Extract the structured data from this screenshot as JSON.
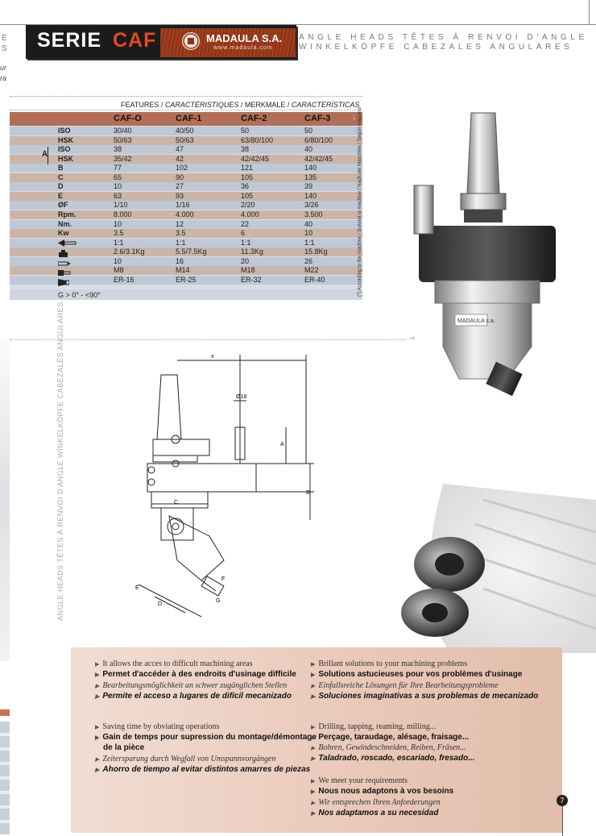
{
  "header": {
    "edge_left_top": "E",
    "edge_left_bottom": "S",
    "edge_left_frag1": "ur",
    "edge_left_frag2": "ra",
    "series_word": "SERIE",
    "series_code": "CAF",
    "brand": "MADAULA S.A.",
    "brand_url": "www.madaula.com",
    "line1": "ANGLE HEADS TÊTES À RENVOI D'ANGLE",
    "line2": "WINKELKÖPFE CABEZALES ANGULARES"
  },
  "features": {
    "title_en": "FEATURES / ",
    "title_fr": "CARACTÉRISTIQUES",
    "title_de": " / MERKMALE / ",
    "title_es": "CARACTERÍSTICAS",
    "columns": [
      "CAF-O",
      "CAF-1",
      "CAF-2",
      "CAF-3"
    ],
    "group_label": "A",
    "rows": [
      {
        "label": "ISO",
        "values": [
          "30/40",
          "40/50",
          "50",
          "50"
        ]
      },
      {
        "label": "HSK",
        "values": [
          "50/63",
          "50/63",
          "63/80/100",
          "6/80/100"
        ]
      },
      {
        "label": "ISO",
        "values": [
          "38",
          "47",
          "38",
          "40"
        ]
      },
      {
        "label": "HSK",
        "values": [
          "35/42",
          "42",
          "42/42/45",
          "42/42/45"
        ]
      },
      {
        "label": "B",
        "values": [
          "77",
          "102",
          "121",
          "140"
        ]
      },
      {
        "label": "C",
        "values": [
          "65",
          "90",
          "105",
          "135"
        ]
      },
      {
        "label": "D",
        "values": [
          "10",
          "27",
          "36",
          "39"
        ]
      },
      {
        "label": "E",
        "values": [
          "63",
          "93",
          "105",
          "140"
        ]
      },
      {
        "label": "ØF",
        "values": [
          "1/10",
          "1/16",
          "2/20",
          "3/26"
        ]
      },
      {
        "label": "Rpm.",
        "values": [
          "8.000",
          "4.000",
          "4.000",
          "3.500"
        ]
      },
      {
        "label": "Nm.",
        "values": [
          "10",
          "12",
          "22",
          "40"
        ]
      },
      {
        "label": "Kw",
        "values": [
          "3.5",
          "3.5",
          "6",
          "10"
        ]
      },
      {
        "label": "",
        "values": [
          "1:1",
          "1:1",
          "1:1",
          "1:1"
        ]
      },
      {
        "label": "",
        "values": [
          "2.6/3.1Kg",
          "5.5/7.5Kg",
          "11.3Kg",
          "15.8Kg"
        ]
      },
      {
        "label": "",
        "values": [
          "10",
          "16",
          "20",
          "26"
        ]
      },
      {
        "label": "",
        "values": [
          "M8",
          "M14",
          "M18",
          "M22"
        ]
      },
      {
        "label": "",
        "values": [
          "ER-16",
          "ER-25",
          "ER-32",
          "ER-40"
        ]
      }
    ],
    "g_note": "G > 0° - <90°",
    "side_note": "(*) According to the machine / Suivant la machine / Nach der Maschine / Según máquina"
  },
  "side_vertical": "ANGLE HEADS TÊTES À RENVOI D'ANGLE WINKELKÖPFE CABEZALES ANGULARES",
  "drawing": {
    "label_x": "x",
    "label_d18": "Ø18",
    "label_a": "A",
    "label_b": "B",
    "label_c": "C",
    "label_e": "E",
    "label_d": "D",
    "label_f": "F",
    "label_g": "G"
  },
  "product_brand": "MADAULA s.a.",
  "benefits": [
    {
      "en": "It allows the acces to difficult machining areas",
      "fr": "Permet d'accéder à des endroits d'usinage difficile",
      "de": "Bearbeitungsmöglichkeit an schwer zugänglichen Stellen",
      "es": "Permite el acceso a lugares de difícil mecanizado"
    },
    {
      "en": "Brillant solutions to your machining problems",
      "fr": "Solutions astucieuses pour vos problèmes d'usinage",
      "de": "Einfallsreiche Lösungen für Ihre Bearbeitungsprobleme",
      "es": "Soluciones imaginativas a sus problemas de mecanizado"
    },
    {
      "en": "Saving time by obviating operations",
      "fr": "Gain de temps pour supression du montage/démontage",
      "fr2": "de la pièce",
      "de": "Zeitersparung durch Wegfall von Umspannvorgängen",
      "es": "Ahorro de tiempo al evitar distintos amarres de piezas"
    },
    {
      "en": "Drilling, tapping, reaming, milling...",
      "fr": "Perçage, taraudage, alésage, fraisage...",
      "de": "Bohren, Gewindeschneiden, Reiben, Fräsen...",
      "es": "Taladrado, roscado, escariado, fresado..."
    },
    {
      "en": "We meet your requirements",
      "fr": "Nous nous adaptons à vos besoins",
      "de": "Wir entsprechen Ihren Anforderungen",
      "es": "Nos adaptamos a su necesidad"
    }
  ],
  "page_number": "7",
  "colors": {
    "accent": "#e34a22",
    "table_head": "#b36f55",
    "row_blue": "#bfc8d6",
    "row_brown": "#cbb5a8",
    "benefit_bg": "#ecd0c2"
  }
}
